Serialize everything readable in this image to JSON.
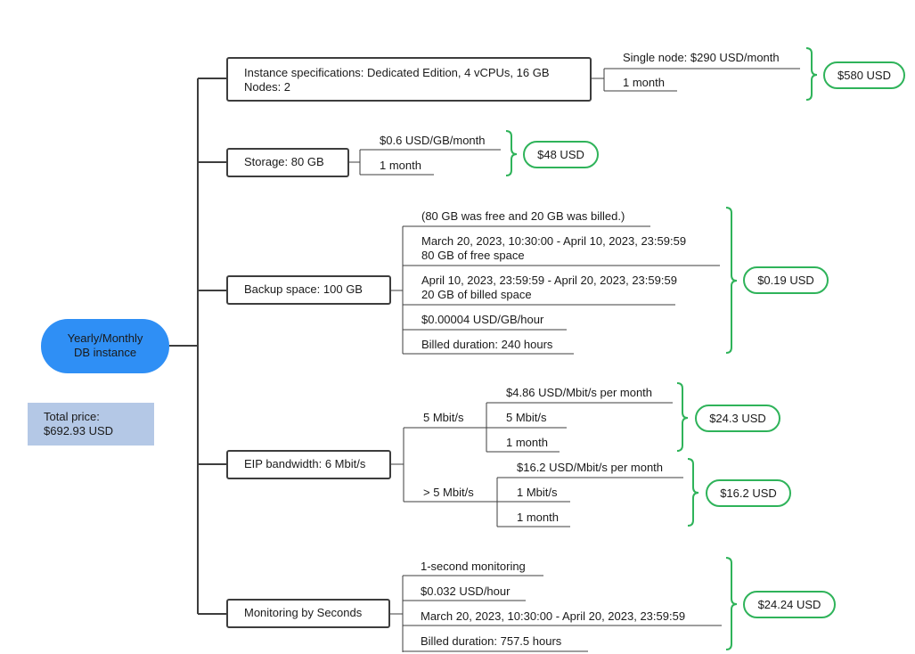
{
  "root": {
    "line1": "Yearly/Monthly",
    "line2": "DB instance"
  },
  "total": {
    "line1": "Total price:",
    "line2": "$692.93 USD"
  },
  "instance": {
    "line1": "Instance specifications: Dedicated Edition, 4 vCPUs, 16 GB",
    "line2": "Nodes: 2",
    "unit_price": "Single node: $290 USD/month",
    "duration": "1 month",
    "cost": "$580 USD"
  },
  "storage": {
    "label": "Storage: 80 GB",
    "unit_price": "$0.6 USD/GB/month",
    "duration": "1 month",
    "cost": "$48 USD"
  },
  "backup": {
    "label": "Backup space: 100 GB",
    "note": "(80 GB was free and 20 GB was billed.)",
    "free_period": "March 20, 2023, 10:30:00 - April 10, 2023, 23:59:59",
    "free_space": "80 GB of free space",
    "billed_period": "April 10, 2023, 23:59:59 - April 20, 2023, 23:59:59",
    "billed_space": "20 GB of billed space",
    "unit_price": "$0.00004 USD/GB/hour",
    "duration": "Billed duration: 240 hours",
    "cost": "$0.19 USD"
  },
  "eip": {
    "label": "EIP bandwidth: 6 Mbit/s",
    "tier1": {
      "label": "5 Mbit/s",
      "unit_price": "$4.86 USD/Mbit/s per month",
      "amount": "5 Mbit/s",
      "duration": "1 month",
      "cost": "$24.3 USD"
    },
    "tier2": {
      "label": "> 5 Mbit/s",
      "unit_price": "$16.2 USD/Mbit/s per month",
      "amount": "1 Mbit/s",
      "duration": "1 month",
      "cost": "$16.2 USD"
    }
  },
  "monitoring": {
    "label": "Monitoring by Seconds",
    "type": "1-second monitoring",
    "unit_price": "$0.032 USD/hour",
    "period": "March 20, 2023, 10:30:00 - April 20, 2023, 23:59:59",
    "duration": "Billed duration: 757.5 hours",
    "cost": "$24.24 USD"
  },
  "colors": {
    "root": "#2f8ff5",
    "total_bg": "#b4c8e6",
    "cost_border": "#2fb35a",
    "line": "#3d3d3d"
  }
}
